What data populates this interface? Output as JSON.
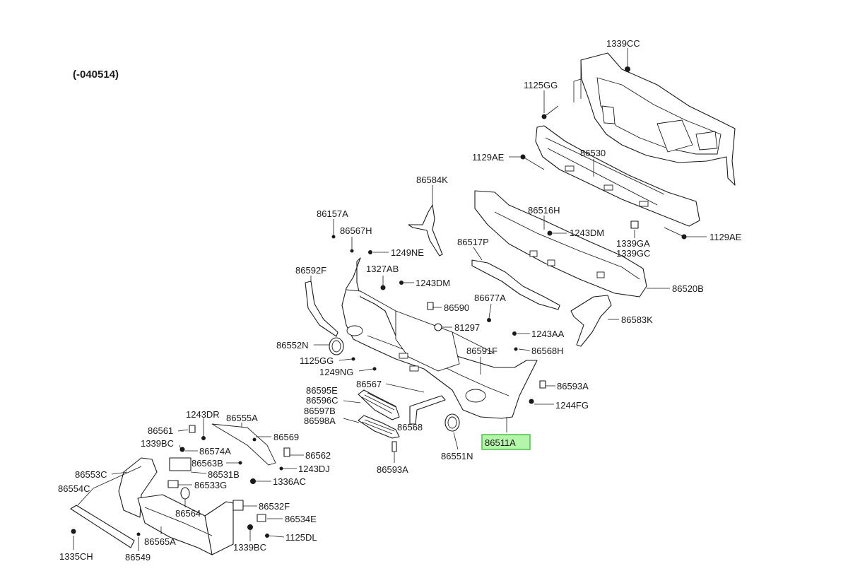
{
  "diagram": {
    "header": "(-040514)",
    "highlighted_label": "86511A",
    "highlight_color": "#b5f5a9",
    "highlight_border": "#3cc23a",
    "labels": [
      {
        "id": "1339CC",
        "text": "1339CC"
      },
      {
        "id": "1125GG_top",
        "text": "1125GG"
      },
      {
        "id": "1129AE_left",
        "text": "1129AE"
      },
      {
        "id": "86530",
        "text": "86530"
      },
      {
        "id": "86584K",
        "text": "86584K"
      },
      {
        "id": "86516H",
        "text": "86516H"
      },
      {
        "id": "1243DM_a",
        "text": "1243DM"
      },
      {
        "id": "1129AE_right",
        "text": "1129AE"
      },
      {
        "id": "1339GA",
        "text": "1339GA"
      },
      {
        "id": "1339GC",
        "text": "1339GC"
      },
      {
        "id": "86157A",
        "text": "86157A"
      },
      {
        "id": "86567H",
        "text": "86567H"
      },
      {
        "id": "86517P",
        "text": "86517P"
      },
      {
        "id": "1249NE",
        "text": "1249NE"
      },
      {
        "id": "1327AB",
        "text": "1327AB"
      },
      {
        "id": "86592F",
        "text": "86592F"
      },
      {
        "id": "1243DM_b",
        "text": "1243DM"
      },
      {
        "id": "86520B",
        "text": "86520B"
      },
      {
        "id": "86677A",
        "text": "86677A"
      },
      {
        "id": "86590",
        "text": "86590"
      },
      {
        "id": "86583K",
        "text": "86583K"
      },
      {
        "id": "81297",
        "text": "81297"
      },
      {
        "id": "1243AA",
        "text": "1243AA"
      },
      {
        "id": "86552N",
        "text": "86552N"
      },
      {
        "id": "86591F",
        "text": "86591F"
      },
      {
        "id": "86568H",
        "text": "86568H"
      },
      {
        "id": "1125GG_mid",
        "text": "1125GG"
      },
      {
        "id": "1249NG",
        "text": "1249NG"
      },
      {
        "id": "86567",
        "text": "86567"
      },
      {
        "id": "86593A_r",
        "text": "86593A"
      },
      {
        "id": "86595E",
        "text": "86595E"
      },
      {
        "id": "86596C",
        "text": "86596C"
      },
      {
        "id": "86597B",
        "text": "86597B"
      },
      {
        "id": "86598A",
        "text": "86598A"
      },
      {
        "id": "1244FG",
        "text": "1244FG"
      },
      {
        "id": "86568",
        "text": "86568"
      },
      {
        "id": "86511A",
        "text": "86511A"
      },
      {
        "id": "86551N",
        "text": "86551N"
      },
      {
        "id": "86593A_b",
        "text": "86593A"
      },
      {
        "id": "1243DR",
        "text": "1243DR"
      },
      {
        "id": "86555A",
        "text": "86555A"
      },
      {
        "id": "86561",
        "text": "86561"
      },
      {
        "id": "86569",
        "text": "86569"
      },
      {
        "id": "1339BC_a",
        "text": "1339BC"
      },
      {
        "id": "86574A",
        "text": "86574A"
      },
      {
        "id": "86562",
        "text": "86562"
      },
      {
        "id": "86563B",
        "text": "86563B"
      },
      {
        "id": "1243DJ",
        "text": "1243DJ"
      },
      {
        "id": "86553C",
        "text": "86553C"
      },
      {
        "id": "86531B",
        "text": "86531B"
      },
      {
        "id": "1336AC",
        "text": "1336AC"
      },
      {
        "id": "86533G",
        "text": "86533G"
      },
      {
        "id": "86554C",
        "text": "86554C"
      },
      {
        "id": "86532F",
        "text": "86532F"
      },
      {
        "id": "86564",
        "text": "86564"
      },
      {
        "id": "86534E",
        "text": "86534E"
      },
      {
        "id": "1339BC_b",
        "text": "1339BC"
      },
      {
        "id": "1125DL",
        "text": "1125DL"
      },
      {
        "id": "86565A",
        "text": "86565A"
      },
      {
        "id": "1335CH",
        "text": "1335CH"
      },
      {
        "id": "86549",
        "text": "86549"
      }
    ]
  }
}
